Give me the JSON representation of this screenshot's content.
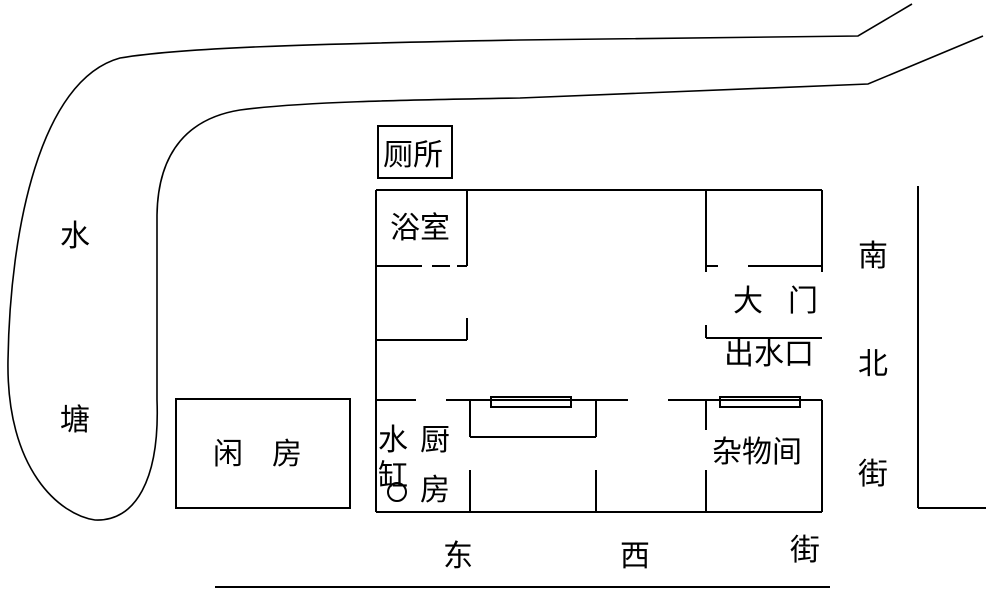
{
  "labels": {
    "pond_char1": "水",
    "pond_char2": "塘",
    "toilet": "厕所",
    "bathroom": "浴室",
    "gate_char1": "大",
    "gate_char2": "门",
    "water_outlet": "出水口",
    "idle_room_char1": "闲",
    "idle_room_char2": "房",
    "water_vat_char1": "水",
    "water_vat_char2": "缸",
    "kitchen_char1": "厨",
    "kitchen_char2": "房",
    "storage": "杂物间",
    "ns_street_char1": "南",
    "ns_street_char2": "北",
    "ns_street_char3": "街",
    "ew_street_char1": "东",
    "ew_street_char2": "西",
    "ew_street_char3": "街"
  }
}
